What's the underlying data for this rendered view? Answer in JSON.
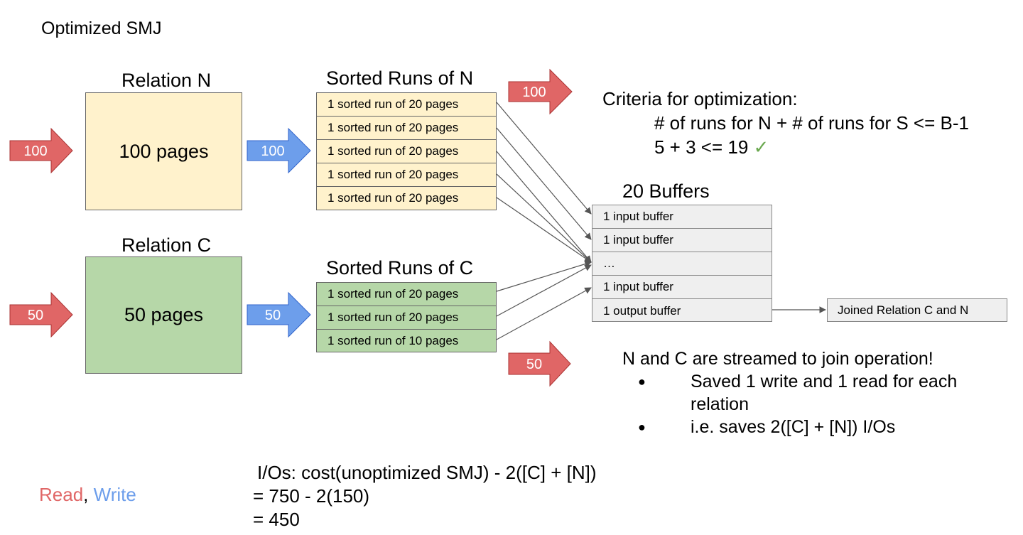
{
  "title": "Optimized SMJ",
  "colors": {
    "read": "#e06666",
    "write": "#6d9eeb",
    "relation_n_fill": "#fff2cc",
    "relation_c_fill": "#b6d7a8",
    "buffer_fill": "#efefef",
    "check": "#6aa84f"
  },
  "relation_n": {
    "label": "Relation N",
    "box_text": "100 pages"
  },
  "relation_c": {
    "label": "Relation C",
    "box_text": "50 pages"
  },
  "arrows": {
    "n_read_in": "100",
    "n_write": "100",
    "n_read_runs": "100",
    "c_read_in": "50",
    "c_write": "50",
    "c_read_runs": "50"
  },
  "sorted_runs_n": {
    "label": "Sorted Runs of N",
    "runs": [
      "1 sorted run of 20 pages",
      "1 sorted run of 20 pages",
      "1 sorted run of 20 pages",
      "1 sorted run of 20 pages",
      "1 sorted run of 20 pages"
    ]
  },
  "sorted_runs_c": {
    "label": "Sorted Runs of C",
    "runs": [
      "1 sorted run of 20 pages",
      "1 sorted run of 20 pages",
      "1 sorted run of 10 pages"
    ]
  },
  "buffers": {
    "label": "20 Buffers",
    "rows": [
      "1 input buffer",
      "1 input buffer",
      "…",
      "1 input buffer",
      "1 output buffer"
    ]
  },
  "output": {
    "label": "Joined Relation C and N"
  },
  "criteria": {
    "heading": "Criteria for optimization:",
    "line1": "# of runs for N + # of runs for S <= B-1",
    "line2": "5 + 3 <= 19",
    "check": "✓"
  },
  "notes": {
    "heading": "N and C are streamed to join operation!",
    "bullets": [
      "Saved 1 write and 1 read for each relation",
      "i.e. saves 2([C] + [N]) I/Os"
    ],
    "bullet_glyph": "●"
  },
  "legend": {
    "read": "Read",
    "sep": ",",
    "write": "Write"
  },
  "ios": {
    "line1": "I/Os: cost(unoptimized SMJ) - 2([C] + [N])",
    "line2": "= 750 - 2(150)",
    "line3": "= 450"
  }
}
